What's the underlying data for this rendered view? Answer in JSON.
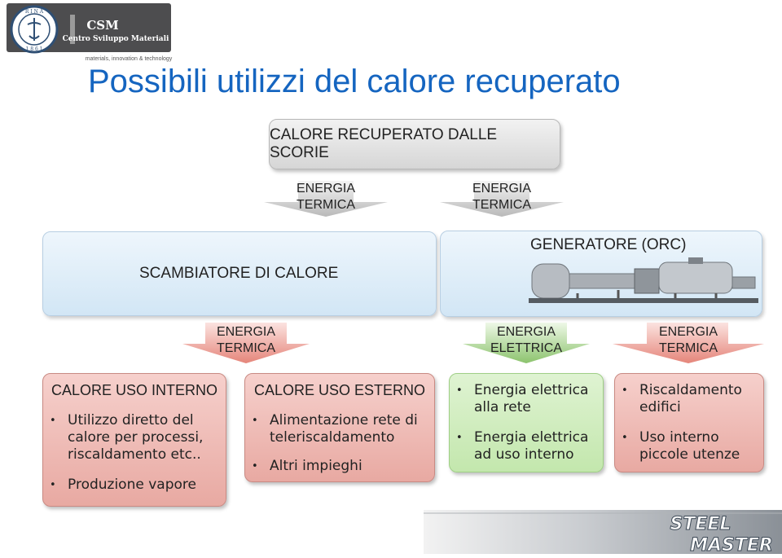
{
  "logos": {
    "rina_seal_text": "R I N A",
    "rina_year": "1 8 6 1",
    "csm_name": "CSM",
    "csm_subtitle": "Centro Sviluppo Materiali",
    "csm_tagline": "materials, innovation & technology",
    "footer_logo_line1": "STEEL",
    "footer_logo_line2": "MASTER"
  },
  "title": "Possibili utilizzi del calore recuperato",
  "source": {
    "label": "CALORE RECUPERATO DALLE SCORIE"
  },
  "arrows_top": [
    {
      "line1": "ENERGIA",
      "line2": "TERMICA"
    },
    {
      "line1": "ENERGIA",
      "line2": "TERMICA"
    }
  ],
  "scambiatore": {
    "label": "SCAMBIATORE DI CALORE"
  },
  "generatore": {
    "label": "GENERATORE (ORC)"
  },
  "arrows_bottom": [
    {
      "line1": "ENERGIA",
      "line2": "TERMICA",
      "color": "#e5857a"
    },
    {
      "line1": "ENERGIA",
      "line2": "ELETTRICA",
      "color": "#8cc36d"
    },
    {
      "line1": "ENERGIA",
      "line2": "TERMICA",
      "color": "#e5857a"
    }
  ],
  "cards": [
    {
      "head": "CALORE USO INTERNO",
      "items": [
        "Utilizzo diretto del calore per processi, riscaldamento etc..",
        "Produzione vapore"
      ]
    },
    {
      "head": "CALORE USO ESTERNO",
      "items": [
        "Alimentazione rete di teleriscaldamento",
        "Altri impieghi"
      ]
    },
    {
      "items": [
        "Energia elettrica alla rete",
        "Energia elettrica ad uso interno"
      ]
    },
    {
      "items": [
        "Riscaldamento edifici",
        "Uso interno piccole utenze"
      ]
    }
  ],
  "colors": {
    "title": "#1565c0",
    "red_card": "#eebab4",
    "green_card": "#cdebb9",
    "blue_box": "#dbeaf7"
  }
}
